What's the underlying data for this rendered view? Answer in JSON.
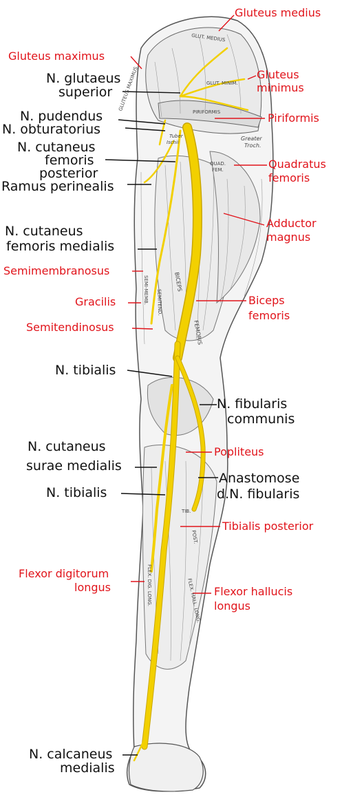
{
  "colors": {
    "nerve": "#f2d000",
    "nerve_edge": "#c9a600",
    "muscle_label": "#e1141b",
    "nerve_label": "#111111",
    "sketch": "#555555",
    "skin": "#f4f4f4"
  },
  "labels": {
    "gluteus_medius": "Gluteus medius",
    "gluteus_maximus": "Gluteus maximus",
    "gluteus_minimus_1": "Gluteus",
    "gluteus_minimus_2": "minimus",
    "n_glutaeus_1": "N. glutaeus",
    "n_glutaeus_2": "superior",
    "piriformis": "Piriformis",
    "n_pudendus": "N. pudendus",
    "n_obturatorius": "N. obturatorius",
    "n_cut_fem_post_1": "N. cutaneus",
    "n_cut_fem_post_2": "femoris",
    "n_cut_fem_post_3": "posterior",
    "ramus_perinealis": "Ramus perinealis",
    "quadratus_1": "Quadratus",
    "quadratus_2": "femoris",
    "adductor_1": "Adductor",
    "adductor_2": "magnus",
    "n_cut_fem_med_1": "N. cutaneus",
    "n_cut_fem_med_2": "femoris medialis",
    "semimembranosus": "Semimembranosus",
    "gracilis": "Gracilis",
    "biceps_1": "Biceps",
    "biceps_2": "femoris",
    "semitendinosus": "Semitendinosus",
    "n_tibialis_upper": "N. tibialis",
    "n_fibularis_1": "N. fibularis",
    "n_fibularis_2": "communis",
    "n_cut_surae_1": "N. cutaneus",
    "n_cut_surae_2": "surae medialis",
    "popliteus": "Popliteus",
    "n_tibialis_lower": "N. tibialis",
    "anastomose_1": "Anastomose",
    "anastomose_2": "d.N. fibularis",
    "tibialis_posterior": "Tibialis posterior",
    "flexor_dig_1": "Flexor digitorum",
    "flexor_dig_2": "longus",
    "flexor_hal_1": "Flexor hallucis",
    "flexor_hal_2": "longus",
    "n_calcaneus_1": "N. calcaneus",
    "n_calcaneus_2": "medialis"
  },
  "engravings": {
    "glut_med": "GLUT. MEDIUS",
    "glut_min": "GLUT. MINIM.",
    "piriformis": "PIRIFORMIS",
    "greater_troch_1": "Greater",
    "greater_troch_2": "Troch.",
    "quad_fem_1": "QUAD.",
    "quad_fem_2": "FEM.",
    "tuber_1": "Tuber",
    "tuber_2": "Ischii",
    "glut_max": "GLUTEUS MAXIMUS",
    "biceps": "BICEPS",
    "femoris": "FEMORIS",
    "semimemb": "SEMI-MEMB.",
    "semitend": "SEMITEND.",
    "tib_post_1": "TIB.",
    "tib_post_2": "POST.",
    "flex_dig": "FLEX. DIG. LONG.",
    "flex_hal": "FLEX. HALL. LONG."
  }
}
